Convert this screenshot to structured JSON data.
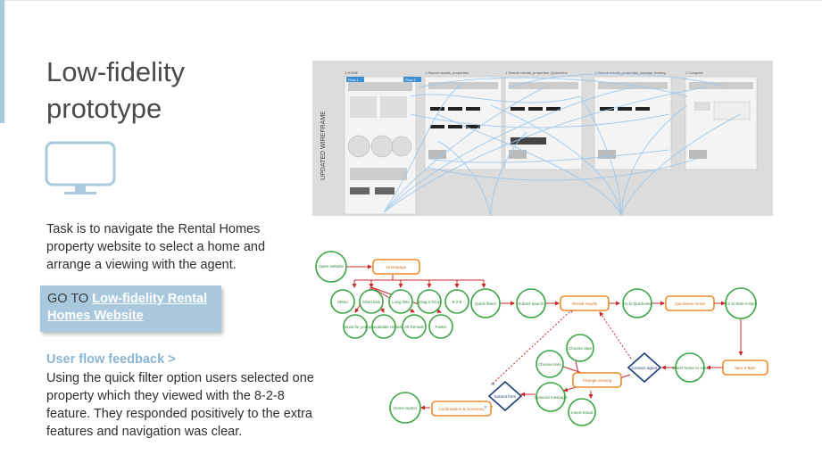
{
  "slide": {
    "title_line1": "Low-fidelity",
    "title_line2": "prototype",
    "task_text": "Task is to navigate the Rental Homes property website to select a home and arrange a viewing with the agent.",
    "goto_prefix": "GO TO ",
    "goto_link": "Low-fidelity Rental Homes Website",
    "feedback_heading": "User flow feedback >",
    "feedback_text": "Using the quick filter option users selected one property which they viewed with the 8-2-8 feature. They responded positively to the extra features and navigation was clear."
  },
  "wireframe": {
    "side_label": "UPDATED WIREFRAME",
    "flow1_label": "Flow 1",
    "flow2_label": "Flow 2",
    "screens": [
      "1 HOME",
      "1 Search results_properties",
      "1 Search results_properties_Quickview",
      "1 Search results_properties_Arrange viewing",
      "1 Congrats"
    ]
  },
  "flow": {
    "nodes": {
      "open_website": "Open website",
      "homepage": "Homepage",
      "menu": "Menu",
      "short_lists": "Short lists",
      "long_lists": "Long lists",
      "drag_n_drop": "Drag n Drop",
      "eight_two_eight": "8-2-8",
      "news_for_you": "News for you",
      "top_available": "Top available rentals",
      "all_rentals": "All Rentals",
      "faster": "Faster",
      "quick_filters": "Quick filters",
      "submit_search": "Submit search",
      "rental_results": "Rental results",
      "go_to_quickview": "Go to Quickview",
      "quickview_rental": "Quickview rental",
      "go_to_8am": "Go to 8am-2-8pm",
      "eight_am": "8am-2-8pm",
      "select_home": "Select home to view",
      "contact_agent": "Contact agent",
      "arrange_viewing": "Arrange viewing",
      "choose_date": "Choose date",
      "choose_time": "Choose time",
      "optional_message": "Optional message",
      "insert_email": "Insert email",
      "submit_form": "Submit form",
      "confirmation": "Confirmation & Summary",
      "home_button": "Home button",
      "n_label": "N",
      "y_label": "Y"
    }
  }
}
